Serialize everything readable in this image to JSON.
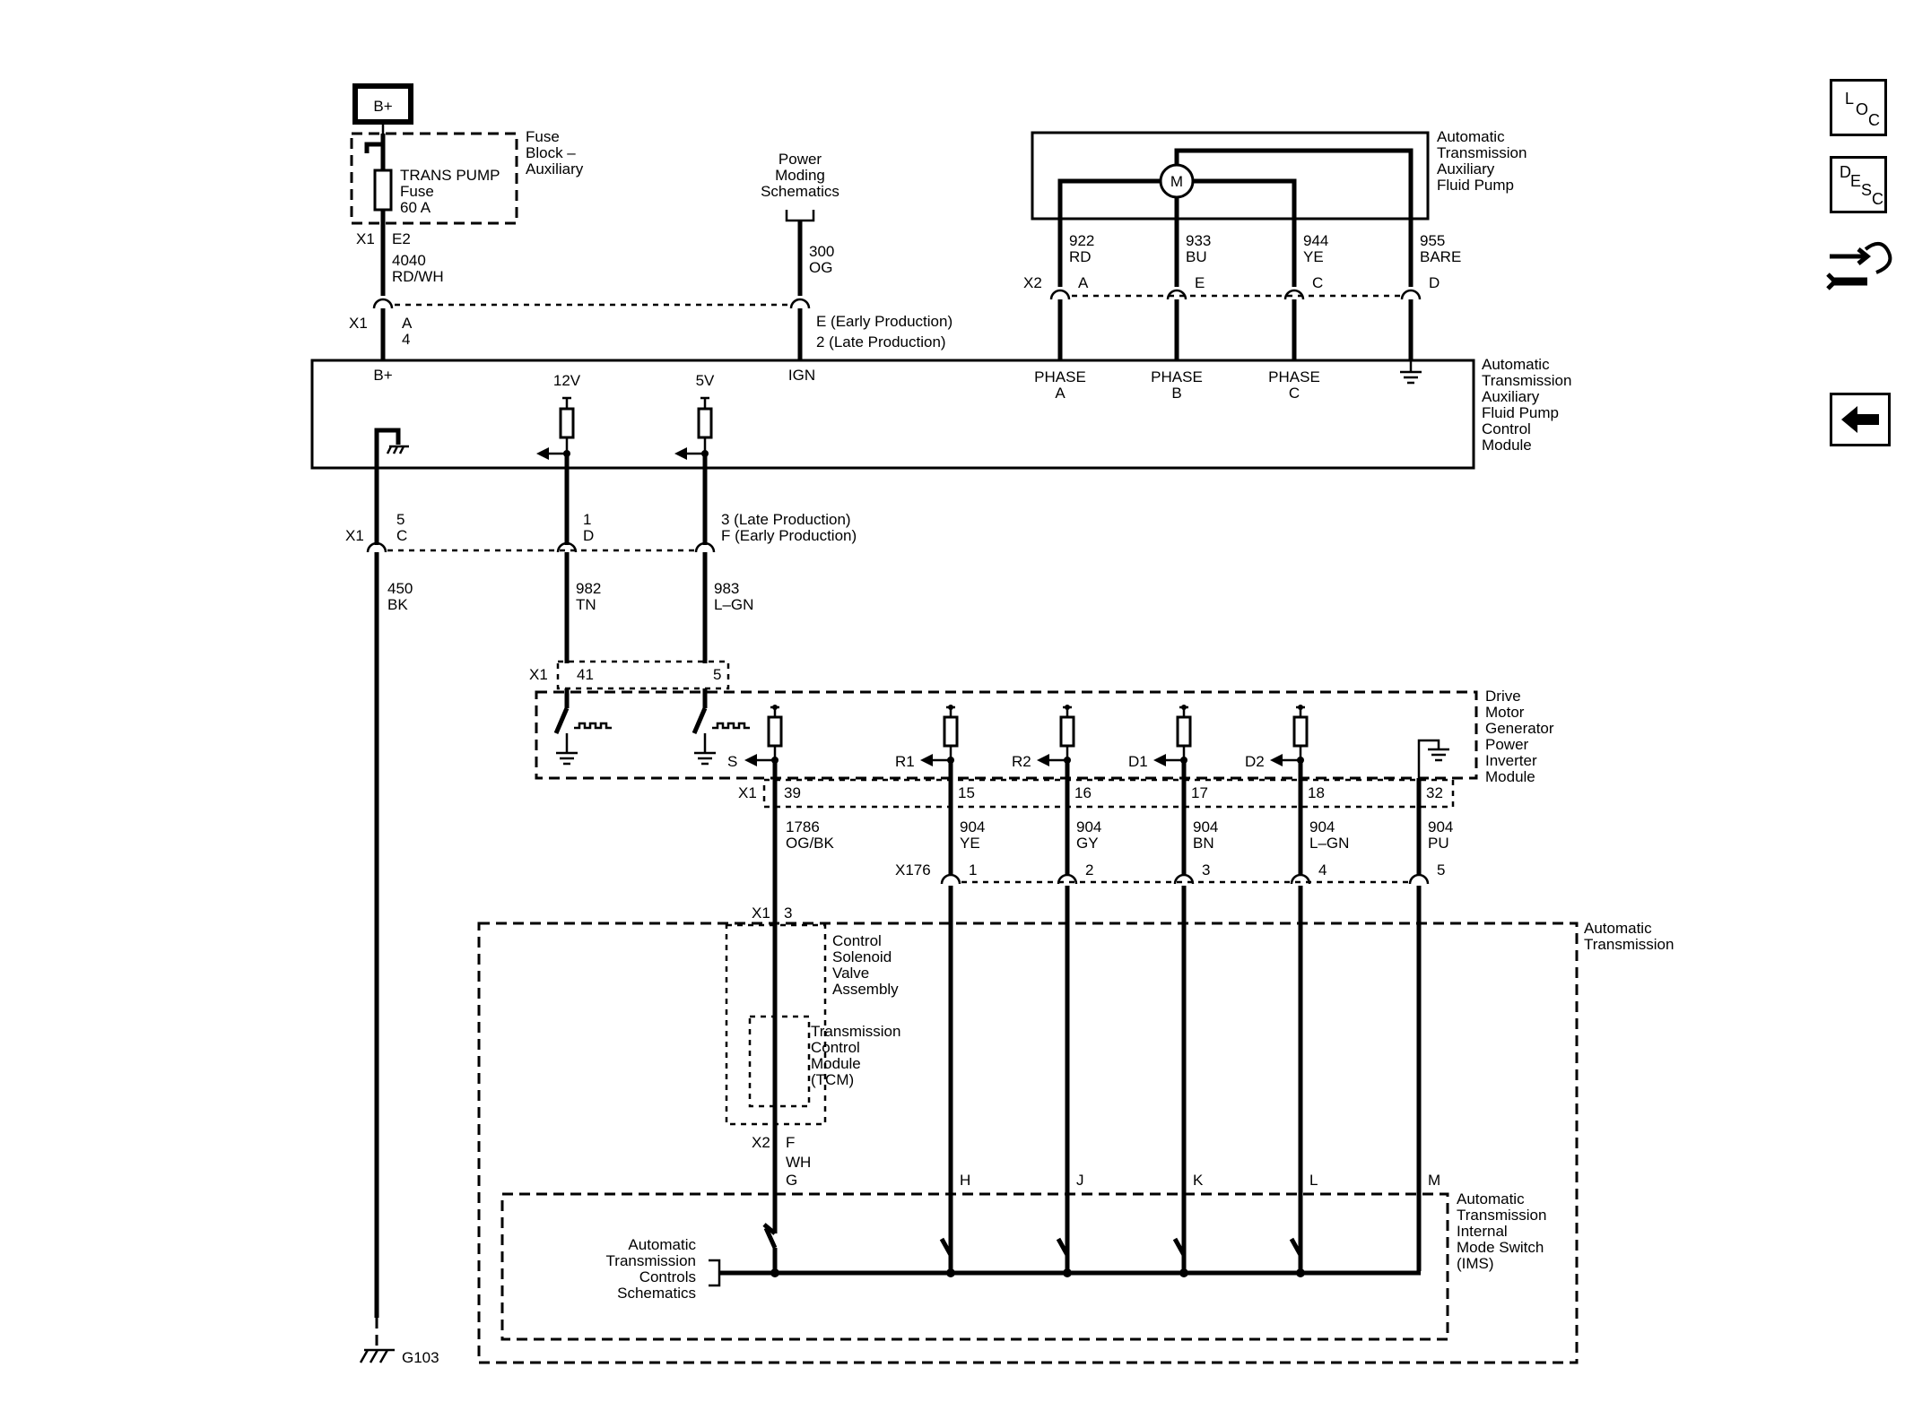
{
  "side_panel": {
    "loc_button": [
      "L",
      "O",
      "C"
    ],
    "desc_button": [
      "D",
      "E",
      "S",
      "C"
    ],
    "tool_icon": "connector-wrench-icon",
    "back_icon": "left-arrow-icon"
  },
  "power": {
    "bplus_box": "B+",
    "fuse_block": [
      "Fuse",
      "Block –",
      "Auxiliary"
    ],
    "fuse_name": [
      "TRANS PUMP",
      "Fuse",
      "60 A"
    ],
    "x1_e2": [
      "X1",
      "E2"
    ],
    "wire_4040": [
      "4040",
      "RD/WH"
    ],
    "power_moding": [
      "Power",
      "Moding",
      "Schematics"
    ],
    "wire_300": [
      "300",
      "OG"
    ],
    "x1_a4": [
      "X1",
      "A",
      "4"
    ],
    "ign_pin": [
      "E (Early Production)",
      "2 (Late Production)"
    ]
  },
  "pump": {
    "title": [
      "Automatic",
      "Transmission",
      "Auxiliary",
      "Fluid Pump"
    ],
    "motor": "M",
    "wires": [
      {
        "num": "922",
        "color": "RD",
        "pin": "A"
      },
      {
        "num": "933",
        "color": "BU",
        "pin": "E"
      },
      {
        "num": "944",
        "color": "YE",
        "pin": "C"
      },
      {
        "num": "955",
        "color": "BARE",
        "pin": "D"
      }
    ],
    "connector": "X2"
  },
  "control_module": {
    "title": [
      "Automatic",
      "Transmission",
      "Auxiliary",
      "Fluid Pump",
      "Control",
      "Module"
    ],
    "labels": {
      "bplus": "B+",
      "v12": "12V",
      "v5": "5V",
      "ign": "IGN"
    },
    "phases": [
      [
        "PHASE",
        "A"
      ],
      [
        "PHASE",
        "B"
      ],
      [
        "PHASE",
        "C"
      ]
    ]
  },
  "x1_lower": {
    "label": "X1",
    "pin_gnd": [
      "5",
      "C"
    ],
    "pin_12v": [
      "1",
      "D"
    ],
    "pin_5v": [
      "3 (Late Production)",
      "F (Early Production)"
    ],
    "wire_450": [
      "450",
      "BK"
    ],
    "wire_982": [
      "982",
      "TN"
    ],
    "wire_983": [
      "983",
      "L–GN"
    ]
  },
  "inverter": {
    "title": [
      "Drive",
      "Motor",
      "Generator",
      "Power",
      "Inverter",
      "Module"
    ],
    "x1_top": {
      "label": "X1",
      "pins": [
        "41",
        "5"
      ]
    },
    "signals": [
      "S",
      "R1",
      "R2",
      "D1",
      "D2"
    ],
    "x1_bottom": {
      "label": "X1",
      "pins": [
        "39",
        "15",
        "16",
        "17",
        "18",
        "32"
      ]
    },
    "wires": [
      {
        "num": "1786",
        "color": "OG/BK"
      },
      {
        "num": "904",
        "color": "YE"
      },
      {
        "num": "904",
        "color": "GY"
      },
      {
        "num": "904",
        "color": "BN"
      },
      {
        "num": "904",
        "color": "L–GN"
      },
      {
        "num": "904",
        "color": "PU"
      }
    ],
    "x176": {
      "label": "X176",
      "pins": [
        "1",
        "2",
        "3",
        "4",
        "5"
      ]
    }
  },
  "transmission": {
    "title": [
      "Automatic",
      "Transmission"
    ],
    "x1_3": [
      "X1",
      "3"
    ],
    "solenoid": [
      "Control",
      "Solenoid",
      "Valve",
      "Assembly"
    ],
    "tcm": [
      "Transmission",
      "Control",
      "Module",
      "(TCM)"
    ],
    "x2_f": [
      "X2",
      "F"
    ],
    "wh": "WH",
    "ims_pins": [
      "G",
      "H",
      "J",
      "K",
      "L",
      "M"
    ],
    "ims": [
      "Automatic",
      "Transmission",
      "Internal",
      "Mode Switch",
      "(IMS)"
    ],
    "controls_ref": [
      "Automatic",
      "Transmission",
      "Controls",
      "Schematics"
    ]
  },
  "ground": "G103"
}
